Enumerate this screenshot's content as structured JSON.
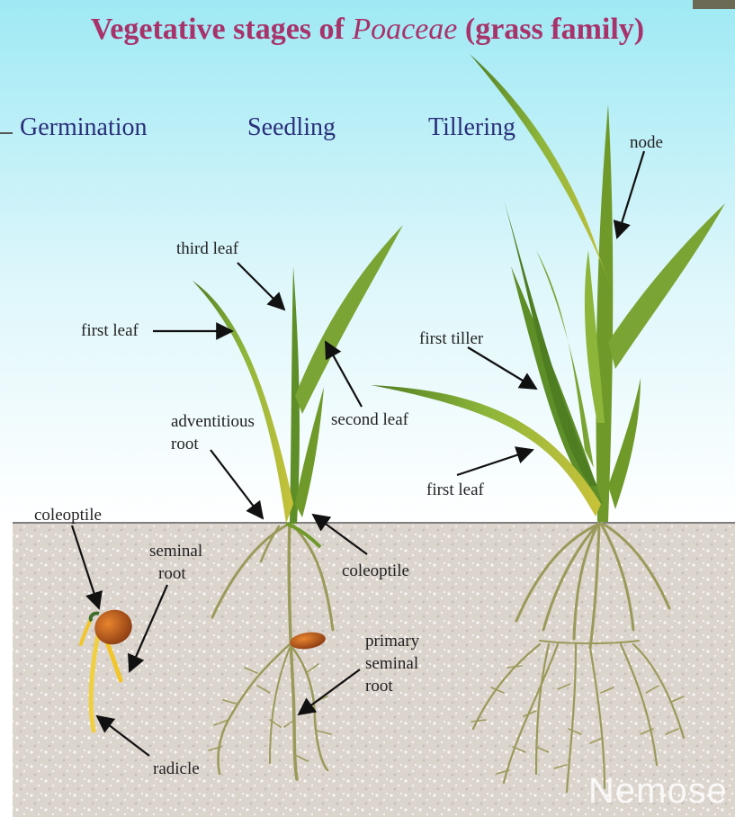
{
  "title": {
    "prefix": "Vegetative stages of ",
    "italic": "Poaceae",
    "suffix": " (grass family)"
  },
  "stages": {
    "germination": "Germination",
    "seedling": "Seedling",
    "tillering": "Tillering"
  },
  "labels": {
    "coleoptile_germ": "coleoptile",
    "seminal_root_line1": "seminal",
    "seminal_root_line2": "root",
    "radicle": "radicle",
    "third_leaf": "third leaf",
    "first_leaf_seedling": "first leaf",
    "adventitious_root_line1": "adventitious",
    "adventitious_root_line2": "root",
    "second_leaf": "second leaf",
    "coleoptile_seedling": "coleoptile",
    "primary_seminal_root_line1": "primary",
    "primary_seminal_root_line2": "seminal",
    "primary_seminal_root_line3": "root",
    "node": "node",
    "first_tiller": "first tiller",
    "first_leaf_tiller": "first leaf"
  },
  "watermark": "Nemose",
  "colors": {
    "title": "#a8326a",
    "stage_labels": "#2b2f7a",
    "leaf": "#6f9a2a",
    "root": "#9a9a5a",
    "soil": "#d9d2cb"
  }
}
